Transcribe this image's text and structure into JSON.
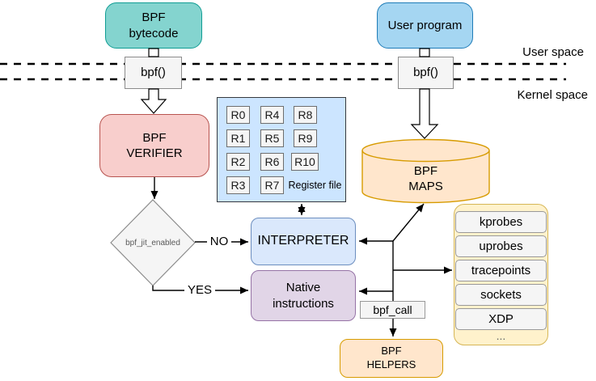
{
  "diagram": {
    "user_space_label": "User space",
    "kernel_space_label": "Kernel space",
    "bpf_bytecode": "BPF\nbytecode",
    "user_program": "User program",
    "bpf_syscall_left": "bpf()",
    "bpf_syscall_right": "bpf()",
    "verifier": "BPF\nVERIFIER",
    "registers": [
      "R0",
      "R1",
      "R2",
      "R3",
      "R4",
      "R5",
      "R6",
      "R7",
      "R8",
      "R9",
      "R10"
    ],
    "register_file_label": "Register file",
    "jit_flag": "bpf_jit_enabled",
    "no_label": "NO",
    "yes_label": "YES",
    "interpreter": "INTERPRETER",
    "native_instructions": "Native\ninstructions",
    "maps": "BPF\nMAPS",
    "bpf_call": "bpf_call",
    "helpers": "BPF\nHELPERS",
    "hooks": [
      "kprobes",
      "uprobes",
      "tracepoints",
      "sockets",
      "XDP"
    ],
    "hooks_more": "...",
    "colors": {
      "teal_fill": "#84d4cf",
      "teal_stroke": "#109d94",
      "blue_fill": "#a5d6f2",
      "blue_stroke": "#1e7cb8",
      "red_fill": "#f8cecc",
      "red_stroke": "#b85450",
      "panel_fill": "#cce5ff",
      "panel_stroke": "#36393d",
      "interpreter_fill": "#dae8fc",
      "interpreter_stroke": "#6c8ebf",
      "purple_fill": "#e1d5e7",
      "purple_stroke": "#9673a6",
      "orange_fill": "#ffe6cc",
      "orange_stroke": "#d79b00",
      "yellow_fill": "#fff2cc",
      "yellow_stroke": "#d6b656",
      "gray_fill": "#f5f5f5",
      "gray_stroke": "#8c8c8c",
      "line_color": "#000000"
    }
  }
}
